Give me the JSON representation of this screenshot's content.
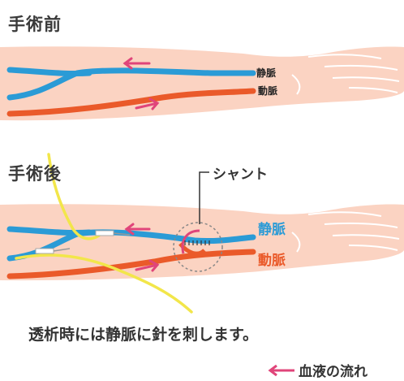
{
  "before": {
    "title": "手術前",
    "vein_label": "静脈",
    "artery_label": "動脈"
  },
  "after": {
    "title": "手術後",
    "shunt_label": "シャント",
    "vein_label": "静脈",
    "artery_label": "動脈"
  },
  "caption": "透析時には静脈に針を刺します。",
  "legend": {
    "label": "血液の流れ",
    "arrow_icon": "left-arrow-icon"
  },
  "colors": {
    "skin": "#fbd3c2",
    "skin_outline": "#ffffff",
    "vein": "#2b9bd6",
    "artery": "#ea5a2a",
    "flow_arrow": "#e0457a",
    "needle_tube": "#f2e64a",
    "shunt_circle": "#888888"
  }
}
